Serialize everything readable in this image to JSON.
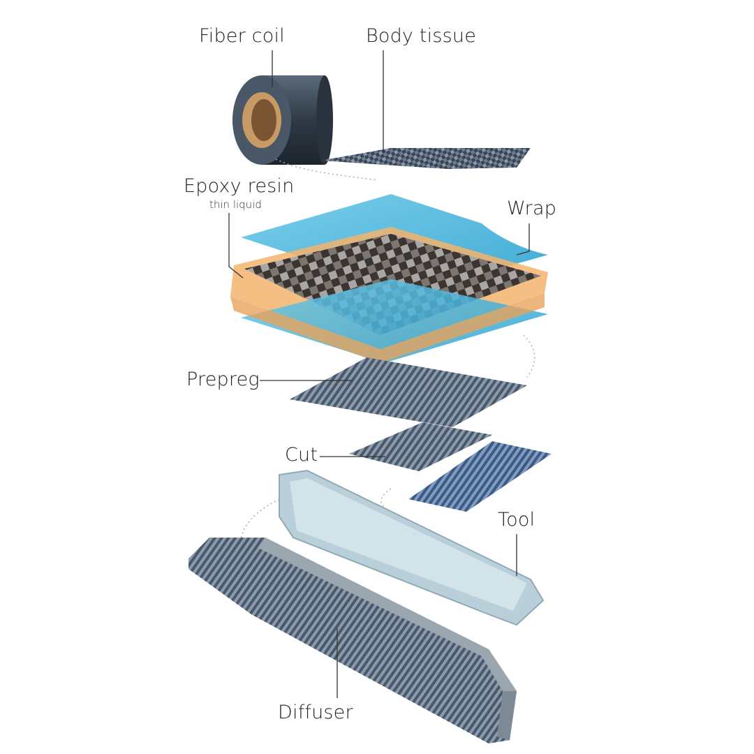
{
  "labels": {
    "fiber_coil": "Fiber coil",
    "body_tissue": "Body tissue",
    "epoxy_resin": "Epoxy resin",
    "epoxy_sub": "thin liquid",
    "wrap": "Wrap",
    "prepreg": "Prepreg",
    "cut": "Cut",
    "tool": "Tool",
    "diffuser": "Diffuser"
  },
  "colors": {
    "carbon": "#3d4a5a",
    "wrap": "#4fb8dc",
    "resin": "#f0a95a",
    "tool": "#b9cfd9",
    "leader": "#333333"
  }
}
